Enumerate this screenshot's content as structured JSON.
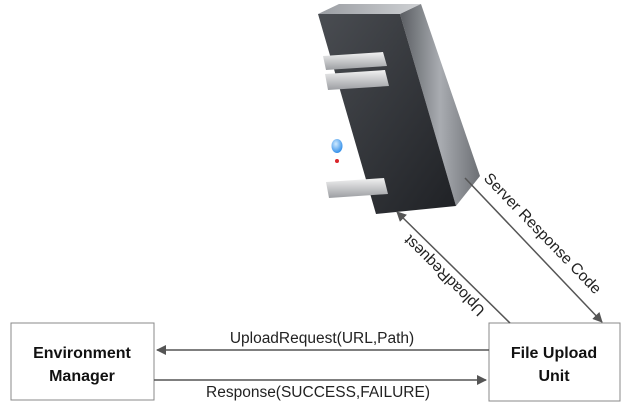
{
  "nodes": {
    "environment_manager": {
      "line1": "Environment",
      "line2": "Manager"
    },
    "file_upload_unit": {
      "line1": "File Upload",
      "line2": "Unit"
    },
    "server": {
      "icon": "server-tower-icon"
    }
  },
  "edges": {
    "upload_request_to_manager": {
      "label": "UploadRequest(URL,Path)"
    },
    "response_to_unit": {
      "label": "Response(SUCCESS,FAILURE)"
    },
    "upload_request_to_server": {
      "label": "UploadRequest"
    },
    "server_response_code": {
      "label": "Server Response Code"
    }
  },
  "colors": {
    "box_fill": "#ffffff",
    "box_stroke": "#888888",
    "arrow": "#555555",
    "server_front": "#3a3d42",
    "server_side": "#7d8086",
    "led": "#3aa0ff",
    "led_red": "#d9252a"
  }
}
